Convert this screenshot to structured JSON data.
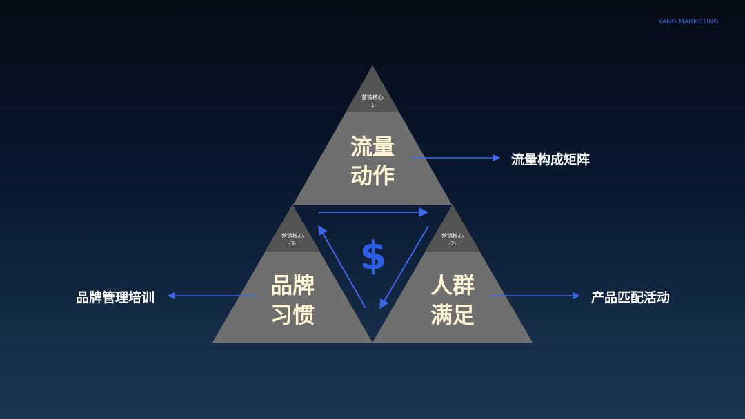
{
  "brand": "YANG MARKETING",
  "center_symbol": "$",
  "cores": [
    {
      "tag_line1": "营销核心",
      "tag_line2": "-1-",
      "title_line1": "流量",
      "title_line2": "动作",
      "side_label": "流量构成矩阵"
    },
    {
      "tag_line1": "营销核心",
      "tag_line2": "-2-",
      "title_line1": "人群",
      "title_line2": "满足",
      "side_label": "产品匹配活动"
    },
    {
      "tag_line1": "营销核心",
      "tag_line2": "-3-",
      "title_line1": "品牌",
      "title_line2": "习惯",
      "side_label": "品牌管理培训"
    }
  ],
  "colors": {
    "triangle_body": "#6f6f70",
    "triangle_tip": "#545455",
    "arrow": "#3c67e6",
    "title_text": "#fff6d6"
  }
}
